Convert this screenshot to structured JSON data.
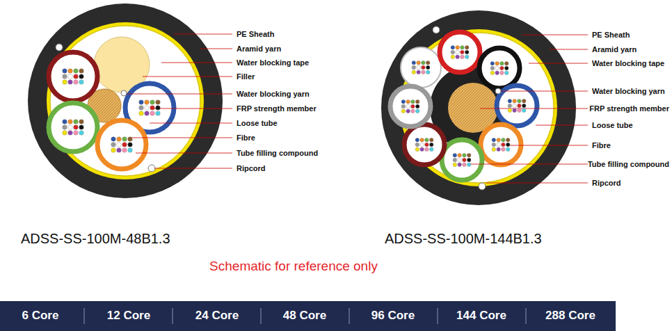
{
  "diagram": {
    "labels": [
      "PE Sheath",
      "Aramid yarn",
      "Water blocking tape",
      "Filler",
      "Water blocking yarn",
      "FRP strength member",
      "Loose tube",
      "Fibre",
      "Tube filling compound",
      "Ripcord",
      "PE Sheath",
      "Aramid yarn",
      "Water blocking tape",
      "Water blocking yarn",
      "FRP strength member",
      "Loose tube",
      "Fibre",
      "Tube filling compound",
      "Ripcord",
      "ADSS-SS-100M-48B1.3",
      "ADSS-SS-100M-144B1.3",
      "Schematic for reference only",
      "6 Core",
      "12 Core",
      "24 Core",
      "48 Core",
      "96 Core",
      "144 Core",
      "288 Core"
    ]
  }
}
